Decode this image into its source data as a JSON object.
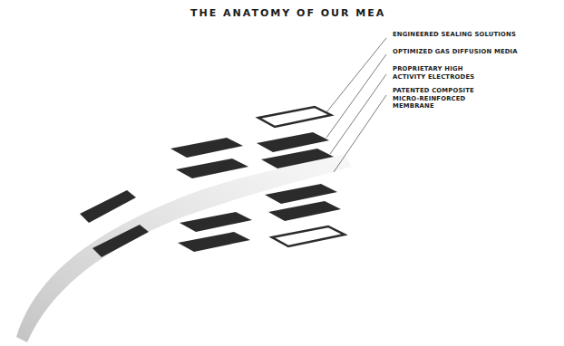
{
  "diagram": {
    "title": "THE ANATOMY OF OUR MEA",
    "labels": [
      "ENGINEERED SEALING SOLUTIONS",
      "OPTIMIZED GAS DIFFUSION MEDIA",
      "PROPRIETARY HIGH ACTIVITY ELECTRODES",
      "PATENTED COMPOSITE MICRO-REINFORCED MEMBRANE"
    ]
  }
}
